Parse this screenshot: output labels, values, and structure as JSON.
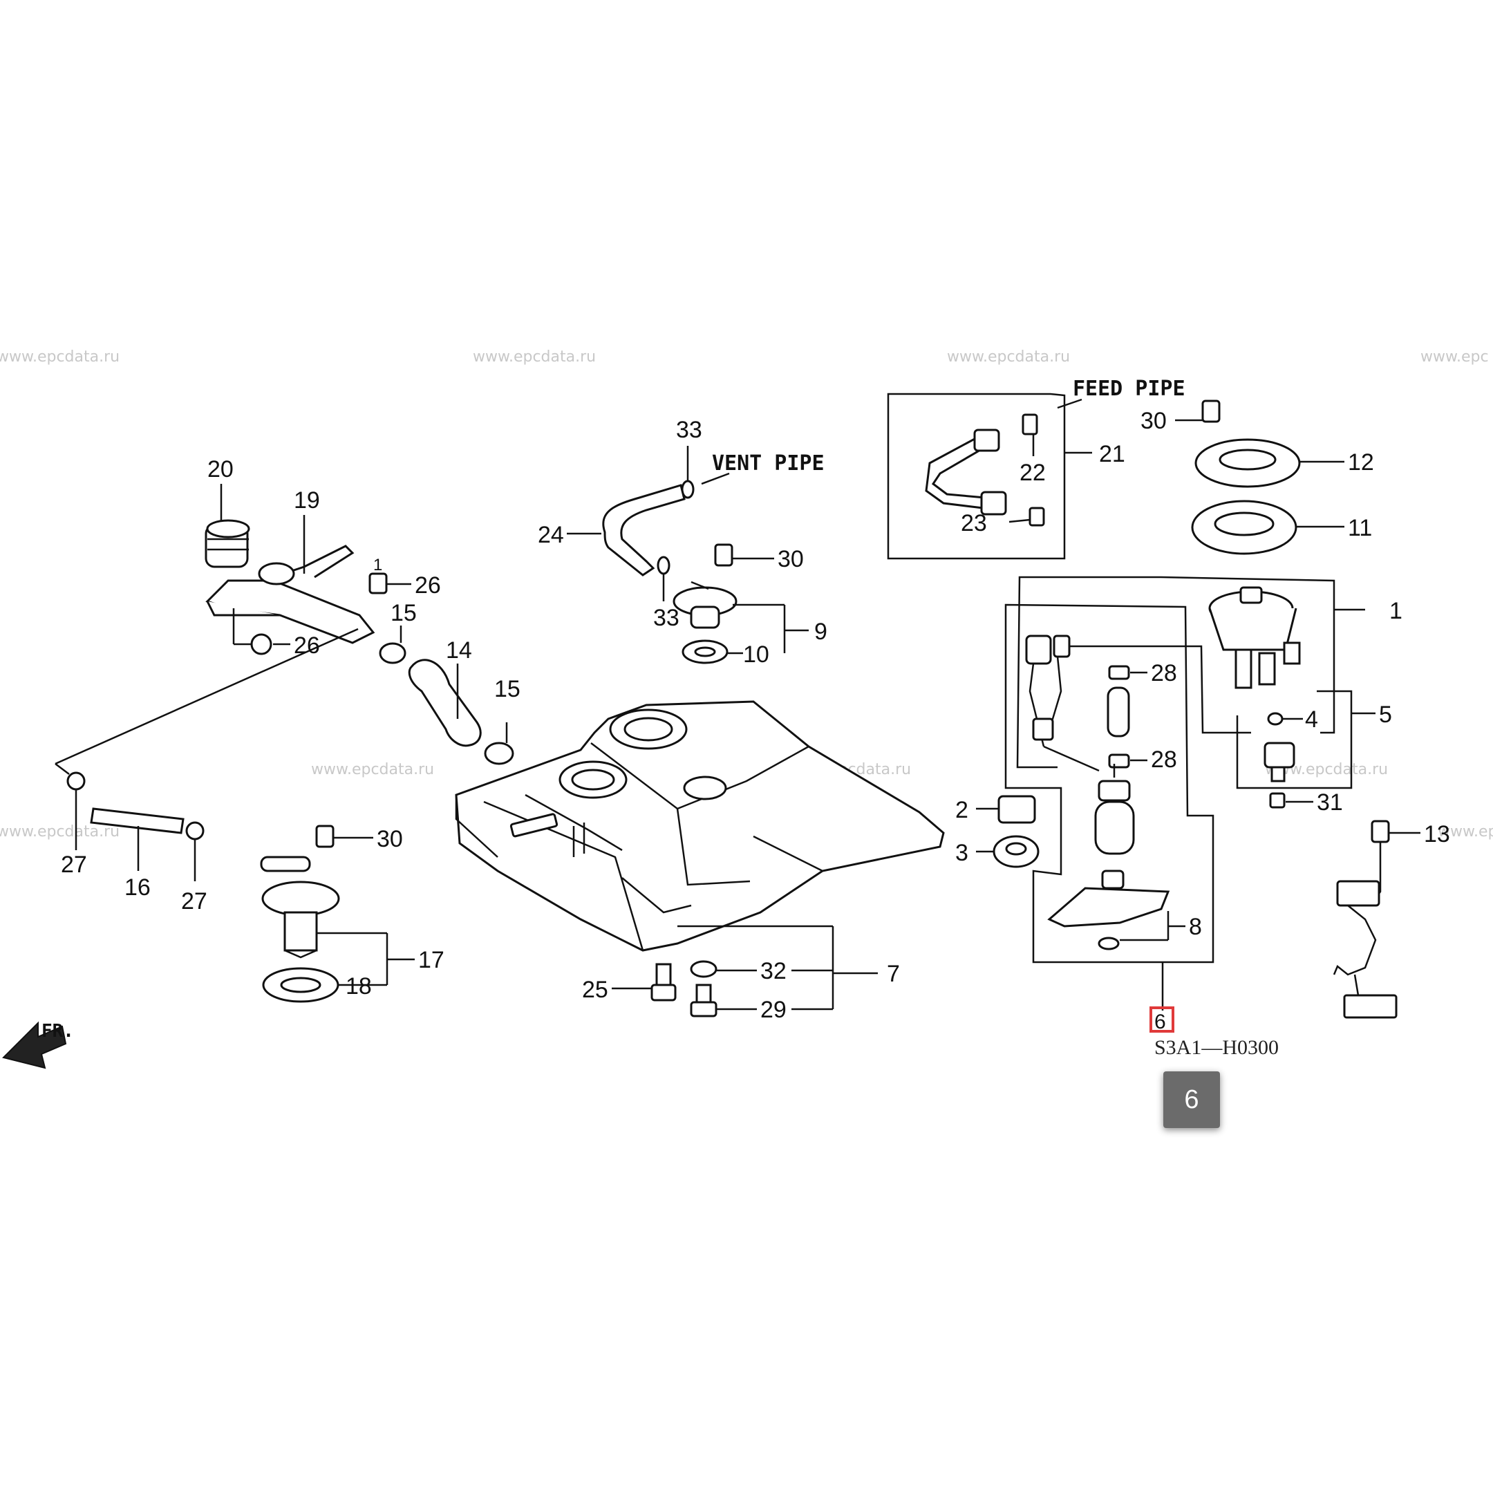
{
  "watermarks": [
    "www.epcdata.ru",
    "www.epcdata.ru",
    "www.epcdata.ru",
    "www.epc",
    "www.epcdata.ru",
    "www.epcdata.ru",
    "www.epcdata.ru",
    "www.epcdata.ru",
    "www.epc"
  ],
  "captions": {
    "feed_pipe": "FEED  PIPE",
    "vent_pipe": "VENT  PIPE",
    "front": "FR."
  },
  "diagram_code": "S3A1—H0300",
  "highlighted_callout": "6",
  "selected_badge": "6",
  "callouts": {
    "c1": "1",
    "c2": "2",
    "c3": "3",
    "c4": "4",
    "c5": "5",
    "c6": "6",
    "c7": "7",
    "c8": "8",
    "c9": "9",
    "c10": "10",
    "c11": "11",
    "c12": "12",
    "c13": "13",
    "c14": "14",
    "c15a": "15",
    "c15b": "15",
    "c16": "16",
    "c17": "17",
    "c18": "18",
    "c19": "19",
    "c20": "20",
    "c21": "21",
    "c22": "22",
    "c23": "23",
    "c24": "24",
    "c25": "25",
    "c26a": "26",
    "c26b": "26",
    "c27a": "27",
    "c27b": "27",
    "c28a": "28",
    "c28b": "28",
    "c29": "29",
    "c30a": "30",
    "c30b": "30",
    "c30c": "30",
    "c31": "31",
    "c32": "32",
    "c33a": "33",
    "c33b": "33",
    "c1b": "1"
  },
  "colors": {
    "highlight": "#e03a3a",
    "badge": "#6b6b6b"
  }
}
